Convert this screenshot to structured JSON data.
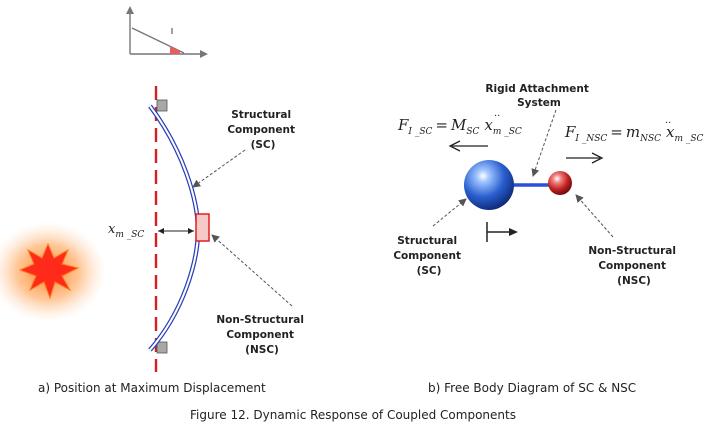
{
  "left_panel": {
    "sc_label": [
      "Structural",
      "Component",
      "(SC)"
    ],
    "nsc_label": [
      "Non-Structural",
      "Component",
      "(NSC)"
    ],
    "displacement_symbol": "x",
    "displacement_subscript": "m _SC",
    "caption": "a) Position at Maximum Displacement"
  },
  "right_panel": {
    "attachment_label": [
      "Rigid Attachment",
      "System"
    ],
    "force_sc": {
      "F": "F",
      "F_sub": "I _SC",
      "eq": "=",
      "M": "M",
      "M_sub": "SC",
      "x": "x",
      "x_sub": "m _SC"
    },
    "force_nsc": {
      "F": "F",
      "F_sub": "I _NSC",
      "eq": "=",
      "m": "m",
      "m_sub": "NSC",
      "x": "x",
      "x_sub": "m _SC"
    },
    "sc_label": [
      "Structural",
      "Component",
      "(SC)"
    ],
    "nsc_label": [
      "Non-Structural",
      "Component",
      "(NSC)"
    ],
    "caption": "b) Free Body Diagram of SC & NSC"
  },
  "figure_caption": "Figure 12. Dynamic Response of Coupled Components",
  "colors": {
    "centerline": "#d42020",
    "beam": "#2a3fb8",
    "nsc_box_stroke": "#e02020",
    "nsc_box_fill": "#f7c8c8",
    "support": "#a8a8a8",
    "sc_ball": "#2a5fd0",
    "nsc_ball": "#c02020",
    "explosion": "#ff7a1a",
    "arrow": "#222222",
    "leader": "#555555"
  }
}
